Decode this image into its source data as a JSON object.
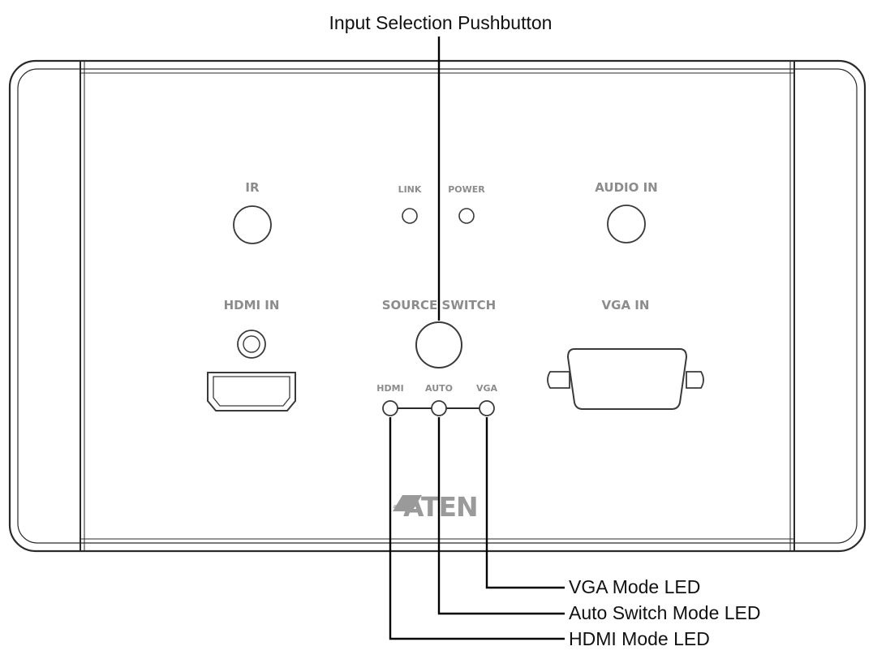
{
  "callouts": {
    "input_selection": "Input Selection Pushbutton",
    "vga_led": "VGA Mode LED",
    "auto_led": "Auto Switch Mode LED",
    "hdmi_led": "HDMI Mode LED"
  },
  "panel": {
    "ir": "IR",
    "link": "LINK",
    "power": "POWER",
    "audio_in": "AUDIO IN",
    "hdmi_in": "HDMI IN",
    "source_switch": "SOURCE SWITCH",
    "vga_in": "VGA IN",
    "led_hdmi": "HDMI",
    "led_auto": "AUTO",
    "led_vga": "VGA",
    "logo": "ATEN"
  },
  "colors": {
    "label": "#8c8c8c",
    "outline": "#2a2a2a",
    "callout_text": "#111111"
  }
}
